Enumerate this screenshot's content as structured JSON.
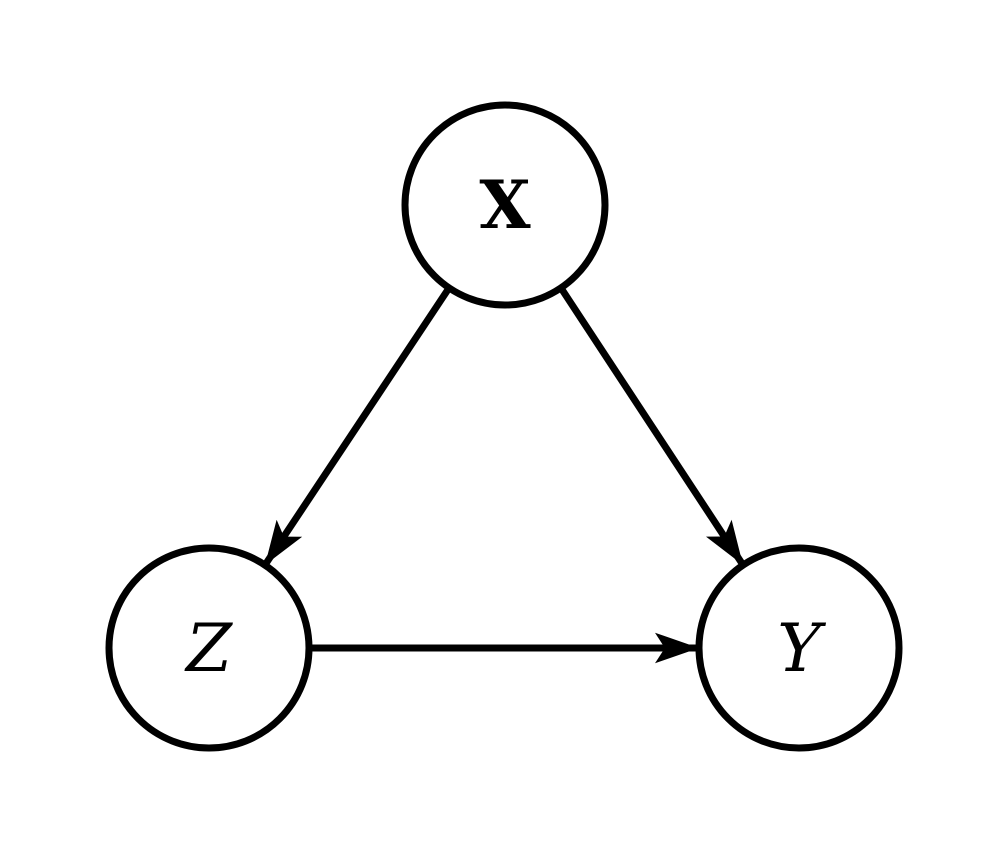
{
  "diagram": {
    "type": "directed-graph",
    "background_color": "#ffffff",
    "stroke_color": "#000000",
    "nodes": [
      {
        "id": "X",
        "label": "X",
        "position": "top-center",
        "shape": "circle",
        "text_style": "bold-upright"
      },
      {
        "id": "Z",
        "label": "Z",
        "position": "bottom-left",
        "shape": "circle",
        "text_style": "italic"
      },
      {
        "id": "Y",
        "label": "Y",
        "position": "bottom-right",
        "shape": "circle",
        "text_style": "italic"
      }
    ],
    "edges": [
      {
        "from": "X",
        "to": "Z",
        "style": "solid-arrow"
      },
      {
        "from": "X",
        "to": "Y",
        "style": "solid-arrow"
      },
      {
        "from": "Z",
        "to": "Y",
        "style": "solid-arrow"
      }
    ]
  }
}
